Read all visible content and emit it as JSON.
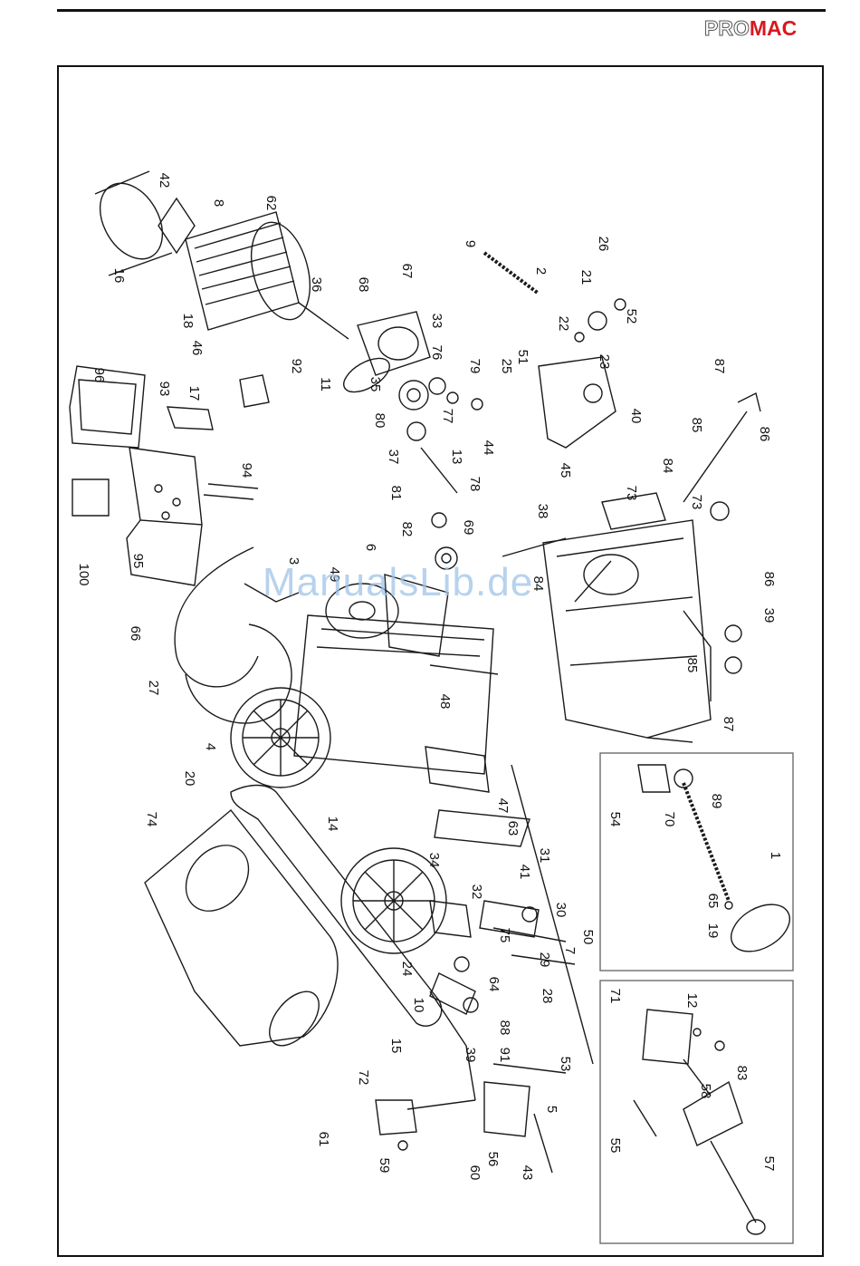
{
  "brand": {
    "pro": "PRO",
    "mac": "MAC"
  },
  "watermark": "ManualsLib.de",
  "part_labels": [
    "100",
    "95",
    "94",
    "96",
    "93",
    "17",
    "46",
    "18",
    "16",
    "42",
    "8",
    "62",
    "36",
    "68",
    "67",
    "92",
    "11",
    "33",
    "76",
    "35",
    "80",
    "37",
    "81",
    "82",
    "69",
    "13",
    "78",
    "79",
    "77",
    "44",
    "25",
    "51",
    "22",
    "21",
    "23",
    "52",
    "26",
    "9",
    "2",
    "45",
    "40",
    "66",
    "27",
    "3",
    "6",
    "49",
    "4",
    "20",
    "74",
    "14",
    "48",
    "47",
    "34",
    "63",
    "41",
    "31",
    "32",
    "30",
    "75",
    "29",
    "28",
    "7",
    "50",
    "24",
    "10",
    "64",
    "88",
    "39",
    "91",
    "53",
    "5",
    "43",
    "56",
    "60",
    "61",
    "59",
    "72",
    "15",
    "71",
    "12",
    "83",
    "58",
    "55",
    "57",
    "54",
    "70",
    "89",
    "65",
    "1",
    "19",
    "38",
    "73",
    "84",
    "85",
    "87",
    "86"
  ],
  "colors": {
    "line": "#1a1a1a",
    "inset_border": "#6b6b6b",
    "brand_red": "#d71920"
  }
}
